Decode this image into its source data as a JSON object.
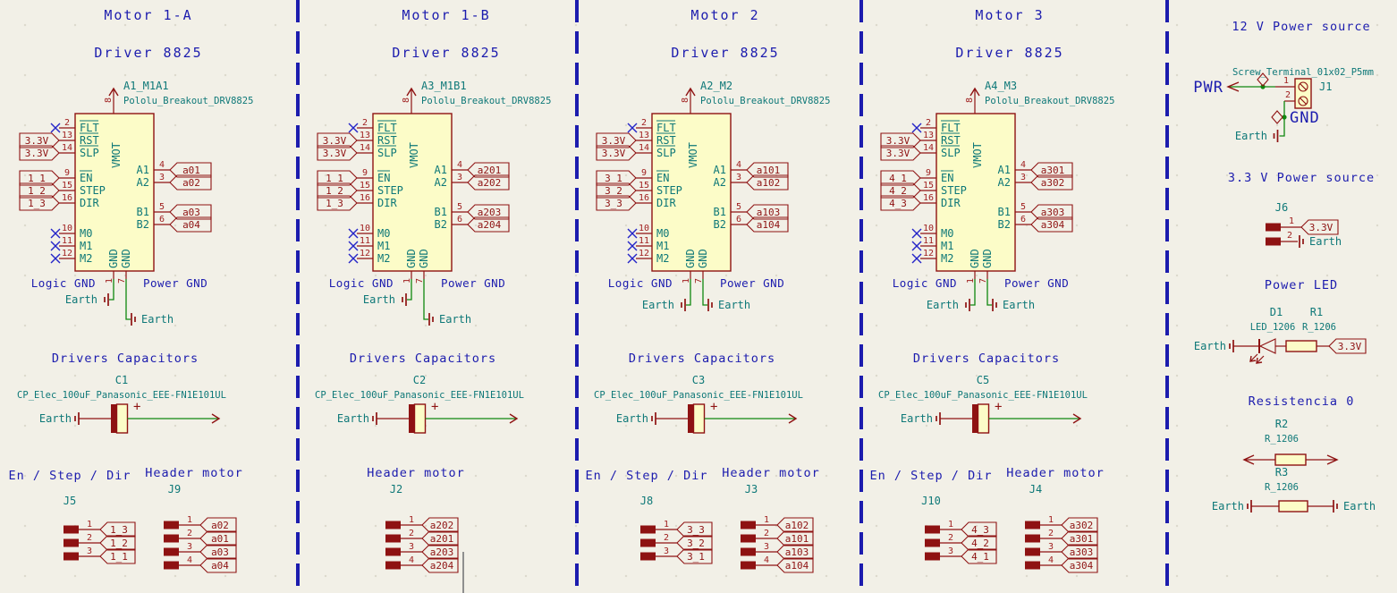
{
  "colors": {
    "annotation_blue": "#1c1cae",
    "symbol_maroon": "#8e1212",
    "field_teal": "#0e7878",
    "wire_green": "#0f870f",
    "symbol_fill": "#fcfcc8",
    "background": "#f2f0e7"
  },
  "motors": [
    {
      "title": "Motor 1-A",
      "subtitle": "Driver 8825",
      "chip": {
        "ref": "A1_M1A1",
        "part": "Pololu_Breakout_DRV8825",
        "vmot_pin": "8",
        "vmot": "VMOT",
        "pins_left": [
          {
            "n": "2",
            "name": "FLT"
          },
          {
            "n": "13",
            "name": "RST",
            "net": "3.3V"
          },
          {
            "n": "14",
            "name": "SLP",
            "net": "3.3V"
          },
          {
            "n": "9",
            "name": "EN",
            "net": "1_1"
          },
          {
            "n": "15",
            "name": "STEP",
            "net": "1_2"
          },
          {
            "n": "16",
            "name": "DIR",
            "net": "1_3"
          },
          {
            "n": "10",
            "name": "M0"
          },
          {
            "n": "11",
            "name": "M1"
          },
          {
            "n": "12",
            "name": "M2"
          }
        ],
        "pins_right": [
          {
            "n": "4",
            "name": "A1",
            "net": "a01"
          },
          {
            "n": "3",
            "name": "A2",
            "net": "a02"
          },
          {
            "n": "5",
            "name": "B1",
            "net": "a03"
          },
          {
            "n": "6",
            "name": "B2",
            "net": "a04"
          }
        ],
        "pins_bottom": [
          {
            "n": "1",
            "name": "GND"
          },
          {
            "n": "7",
            "name": "GND"
          }
        ],
        "logic_gnd": "Logic GND",
        "power_gnd": "Power GND",
        "earth_logic": "Earth",
        "earth_power": "Earth"
      },
      "cap": {
        "section": "Drivers Capacitors",
        "ref": "C1",
        "part": "CP_Elec_100uF_Panasonic_EEE-FN1E101UL",
        "earth": "Earth",
        "plus": "+"
      },
      "esd": {
        "title": "En / Step / Dir",
        "ref": "J5",
        "pins": [
          {
            "n": "1",
            "net": "1_3"
          },
          {
            "n": "2",
            "net": "1_2"
          },
          {
            "n": "3",
            "net": "1_1"
          }
        ]
      },
      "mh": {
        "title": "Header motor",
        "ref": "J9",
        "pins": [
          {
            "n": "1",
            "net": "a02"
          },
          {
            "n": "2",
            "net": "a01"
          },
          {
            "n": "3",
            "net": "a03"
          },
          {
            "n": "4",
            "net": "a04"
          }
        ]
      },
      "layout": {
        "gnd": "staggered"
      }
    },
    {
      "title": "Motor 1-B",
      "subtitle": "Driver 8825",
      "chip": {
        "ref": "A3_M1B1",
        "part": "Pololu_Breakout_DRV8825",
        "vmot_pin": "8",
        "vmot": "VMOT",
        "pins_left": [
          {
            "n": "2",
            "name": "FLT"
          },
          {
            "n": "13",
            "name": "RST",
            "net": "3.3V"
          },
          {
            "n": "14",
            "name": "SLP",
            "net": "3.3V"
          },
          {
            "n": "9",
            "name": "EN",
            "net": "1_1"
          },
          {
            "n": "15",
            "name": "STEP",
            "net": "1_2"
          },
          {
            "n": "16",
            "name": "DIR",
            "net": "1_3"
          },
          {
            "n": "10",
            "name": "M0"
          },
          {
            "n": "11",
            "name": "M1"
          },
          {
            "n": "12",
            "name": "M2"
          }
        ],
        "pins_right": [
          {
            "n": "4",
            "name": "A1",
            "net": "a201"
          },
          {
            "n": "3",
            "name": "A2",
            "net": "a202"
          },
          {
            "n": "5",
            "name": "B1",
            "net": "a203"
          },
          {
            "n": "6",
            "name": "B2",
            "net": "a204"
          }
        ],
        "pins_bottom": [
          {
            "n": "1",
            "name": "GND"
          },
          {
            "n": "7",
            "name": "GND"
          }
        ],
        "logic_gnd": "Logic GND",
        "power_gnd": "Power GND",
        "earth_logic": "Earth",
        "earth_power": "Earth"
      },
      "cap": {
        "section": "Drivers Capacitors",
        "ref": "C2",
        "part": "CP_Elec_100uF_Panasonic_EEE-FN1E101UL",
        "earth": "Earth",
        "plus": "+"
      },
      "esd": null,
      "mh": {
        "title": "Header motor",
        "ref": "J2",
        "pins": [
          {
            "n": "1",
            "net": "a202"
          },
          {
            "n": "2",
            "net": "a201"
          },
          {
            "n": "3",
            "net": "a203"
          },
          {
            "n": "4",
            "net": "a204"
          }
        ]
      },
      "layout": {
        "gnd": "staggered"
      }
    },
    {
      "title": "Motor 2",
      "subtitle": "Driver 8825",
      "chip": {
        "ref": "A2_M2",
        "part": "Pololu_Breakout_DRV8825",
        "vmot_pin": "8",
        "vmot": "VMOT",
        "pins_left": [
          {
            "n": "2",
            "name": "FLT"
          },
          {
            "n": "13",
            "name": "RST",
            "net": "3.3V"
          },
          {
            "n": "14",
            "name": "SLP",
            "net": "3.3V"
          },
          {
            "n": "9",
            "name": "EN",
            "net": "3_1"
          },
          {
            "n": "15",
            "name": "STEP",
            "net": "3_2"
          },
          {
            "n": "16",
            "name": "DIR",
            "net": "3_3"
          },
          {
            "n": "10",
            "name": "M0"
          },
          {
            "n": "11",
            "name": "M1"
          },
          {
            "n": "12",
            "name": "M2"
          }
        ],
        "pins_right": [
          {
            "n": "4",
            "name": "A1",
            "net": "a101"
          },
          {
            "n": "3",
            "name": "A2",
            "net": "a102"
          },
          {
            "n": "5",
            "name": "B1",
            "net": "a103"
          },
          {
            "n": "6",
            "name": "B2",
            "net": "a104"
          }
        ],
        "pins_bottom": [
          {
            "n": "1",
            "name": "GND"
          },
          {
            "n": "7",
            "name": "GND"
          }
        ],
        "logic_gnd": "Logic GND",
        "power_gnd": "Power GND",
        "earth_logic": "Earth",
        "earth_power": "Earth"
      },
      "cap": {
        "section": "Drivers Capacitors",
        "ref": "C3",
        "part": "CP_Elec_100uF_Panasonic_EEE-FN1E101UL",
        "earth": "Earth",
        "plus": "+"
      },
      "esd": {
        "title": "En / Step / Dir",
        "ref": "J8",
        "pins": [
          {
            "n": "1",
            "net": "3_3"
          },
          {
            "n": "2",
            "net": "3_2"
          },
          {
            "n": "3",
            "net": "3_1"
          }
        ]
      },
      "mh": {
        "title": "Header motor",
        "ref": "J3",
        "pins": [
          {
            "n": "1",
            "net": "a102"
          },
          {
            "n": "2",
            "net": "a101"
          },
          {
            "n": "3",
            "net": "a103"
          },
          {
            "n": "4",
            "net": "a104"
          }
        ]
      },
      "layout": {
        "gnd": "level"
      }
    },
    {
      "title": "Motor 3",
      "subtitle": "Driver 8825",
      "chip": {
        "ref": "A4_M3",
        "part": "Pololu_Breakout_DRV8825",
        "vmot_pin": "8",
        "vmot": "VMOT",
        "pins_left": [
          {
            "n": "2",
            "name": "FLT"
          },
          {
            "n": "13",
            "name": "RST",
            "net": "3.3V"
          },
          {
            "n": "14",
            "name": "SLP",
            "net": "3.3V"
          },
          {
            "n": "9",
            "name": "EN",
            "net": "4_1"
          },
          {
            "n": "15",
            "name": "STEP",
            "net": "4_2"
          },
          {
            "n": "16",
            "name": "DIR",
            "net": "4_3"
          },
          {
            "n": "10",
            "name": "M0"
          },
          {
            "n": "11",
            "name": "M1"
          },
          {
            "n": "12",
            "name": "M2"
          }
        ],
        "pins_right": [
          {
            "n": "4",
            "name": "A1",
            "net": "a301"
          },
          {
            "n": "3",
            "name": "A2",
            "net": "a302"
          },
          {
            "n": "5",
            "name": "B1",
            "net": "a303"
          },
          {
            "n": "6",
            "name": "B2",
            "net": "a304"
          }
        ],
        "pins_bottom": [
          {
            "n": "1",
            "name": "GND"
          },
          {
            "n": "7",
            "name": "GND"
          }
        ],
        "logic_gnd": "Logic GND",
        "power_gnd": "Power GND",
        "earth_logic": "Earth",
        "earth_power": "Earth"
      },
      "cap": {
        "section": "Drivers Capacitors",
        "ref": "C5",
        "part": "CP_Elec_100uF_Panasonic_EEE-FN1E101UL",
        "earth": "Earth",
        "plus": "+"
      },
      "esd": {
        "title": "En / Step / Dir",
        "ref": "J10",
        "pins": [
          {
            "n": "1",
            "net": "4_3"
          },
          {
            "n": "2",
            "net": "4_2"
          },
          {
            "n": "3",
            "net": "4_1"
          }
        ]
      },
      "mh": {
        "title": "Header motor",
        "ref": "J4",
        "pins": [
          {
            "n": "1",
            "net": "a302"
          },
          {
            "n": "2",
            "net": "a301"
          },
          {
            "n": "3",
            "net": "a303"
          },
          {
            "n": "4",
            "net": "a304"
          }
        ]
      },
      "layout": {
        "gnd": "level"
      }
    }
  ],
  "power": {
    "v12": {
      "title": "12 V Power source",
      "part": "Screw_Terminal_01x02_P5mm",
      "ref": "J1",
      "pin1": "1",
      "pin2": "2",
      "pwr": "PWR",
      "gnd": "GND",
      "earth": "Earth"
    },
    "v33": {
      "title": "3.3 V Power source",
      "ref": "J6",
      "pins": [
        {
          "n": "1",
          "net": "3.3V"
        },
        {
          "n": "2",
          "net": "Earth"
        }
      ]
    },
    "led": {
      "title": "Power LED",
      "d_ref": "D1",
      "d_part": "LED_1206",
      "r_ref": "R1",
      "r_part": "R_1206",
      "earth": "Earth",
      "net": "3.3V"
    },
    "res0": {
      "title": "Resistencia 0",
      "r2_ref": "R2",
      "r2_part": "R_1206",
      "r3_ref": "R3",
      "r3_part": "R_1206",
      "earth_left": "Earth",
      "earth_right": "Earth"
    }
  }
}
